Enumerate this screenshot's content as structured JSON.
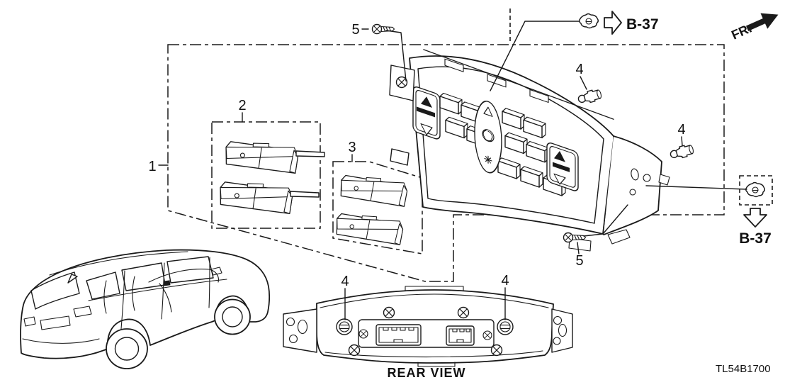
{
  "colors": {
    "ink": "#1a1a1a",
    "paper": "#ffffff"
  },
  "callouts": {
    "part1": "1",
    "part2": "2",
    "part3": "3",
    "part4_bulb_left": "4",
    "part4_bulb_right": "4",
    "part4_rear_left": "4",
    "part4_rear_right": "4",
    "part5_top": "5",
    "part5_bottom": "5"
  },
  "references": {
    "b37_top": "B-37",
    "b37_bottom": "B-37",
    "front_direction": "FR."
  },
  "captions": {
    "rear_view": "REAR VIEW",
    "drawing_code": "TL54B1700"
  },
  "icons": {
    "screw": "tapping-screw-icon",
    "clip": "push-clip-icon",
    "bulb": "bulb-socket-icon",
    "arrow_right": "b37-right-arrow-icon",
    "arrow_down": "b37-down-arrow-icon",
    "front_arrow": "front-direction-arrow-icon"
  }
}
